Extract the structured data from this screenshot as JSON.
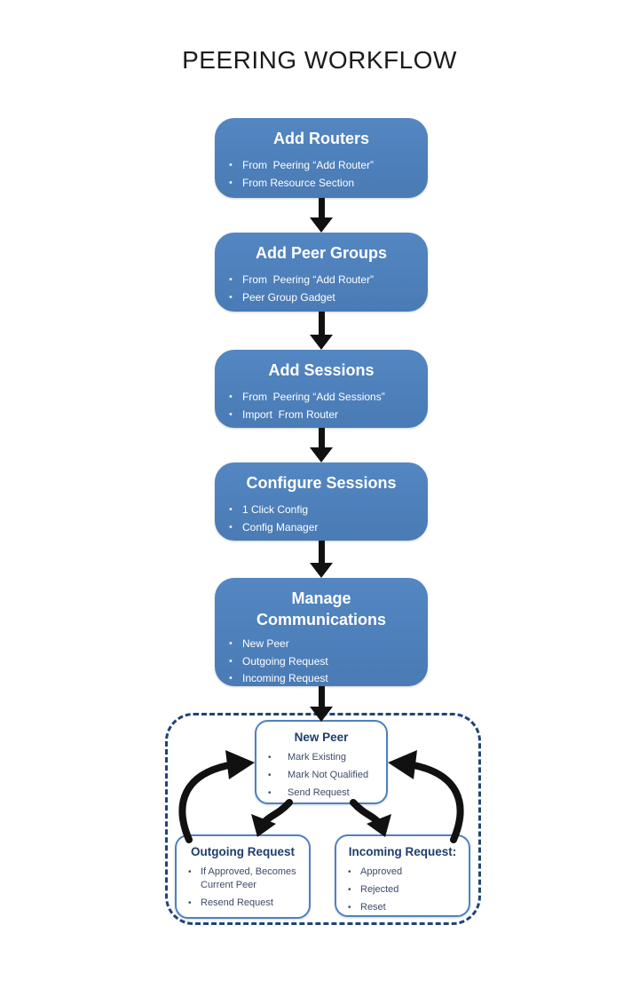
{
  "title": "PEERING WORKFLOW",
  "colors": {
    "flow_box_fill": "#4F81BD",
    "flow_box_text": "#FFFFFF",
    "cycle_box_border": "#4F81BD",
    "cycle_title_text": "#1F3D6D",
    "cycle_bullet_text": "#3C4C68",
    "dashed_border": "#1F4477",
    "arrow_black": "#111111",
    "title_text": "#1B1B1B"
  },
  "flow_boxes": [
    {
      "title": "Add Routers",
      "bullets": [
        "From  Peering “Add Router”",
        "From Resource Section"
      ]
    },
    {
      "title": "Add Peer Groups",
      "bullets": [
        "From  Peering “Add Router”",
        "Peer Group Gadget"
      ]
    },
    {
      "title": "Add Sessions",
      "bullets": [
        "From  Peering “Add Sessions”",
        "Import  From Router"
      ]
    },
    {
      "title": "Configure Sessions",
      "bullets": [
        "1 Click Config",
        "Config Manager"
      ]
    },
    {
      "title": "Manage Communications",
      "bullets": [
        "New Peer",
        "Outgoing Request",
        "Incoming Request"
      ]
    }
  ],
  "communication_cycle": {
    "new_peer": {
      "title": "New Peer",
      "bullets": [
        "Mark Existing",
        "Mark Not Qualified",
        "Send Request"
      ]
    },
    "outgoing": {
      "title": "Outgoing Request",
      "bullets": [
        "If Approved, Becomes Current Peer",
        "Resend Request"
      ]
    },
    "incoming": {
      "title": "Incoming Request:",
      "bullets": [
        "Approved",
        "Rejected",
        "Reset"
      ]
    }
  }
}
